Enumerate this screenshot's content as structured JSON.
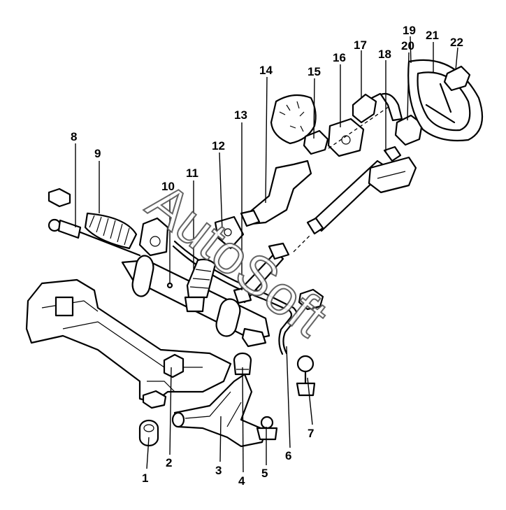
{
  "watermark": "AutoSoft",
  "callouts": [
    {
      "id": "1",
      "text": "1"
    },
    {
      "id": "2",
      "text": "2"
    },
    {
      "id": "3",
      "text": "3"
    },
    {
      "id": "4",
      "text": "4"
    },
    {
      "id": "5",
      "text": "5"
    },
    {
      "id": "6",
      "text": "6"
    },
    {
      "id": "7",
      "text": "7"
    },
    {
      "id": "8",
      "text": "8"
    },
    {
      "id": "9",
      "text": "9"
    },
    {
      "id": "10",
      "text": "10"
    },
    {
      "id": "11",
      "text": "11"
    },
    {
      "id": "12",
      "text": "12"
    },
    {
      "id": "13",
      "text": "13"
    },
    {
      "id": "14",
      "text": "14"
    },
    {
      "id": "15",
      "text": "15"
    },
    {
      "id": "16",
      "text": "16"
    },
    {
      "id": "17",
      "text": "17"
    },
    {
      "id": "18",
      "text": "18"
    },
    {
      "id": "19",
      "text": "19"
    },
    {
      "id": "20",
      "text": "20"
    },
    {
      "id": "21",
      "text": "21"
    },
    {
      "id": "22",
      "text": "22"
    }
  ]
}
